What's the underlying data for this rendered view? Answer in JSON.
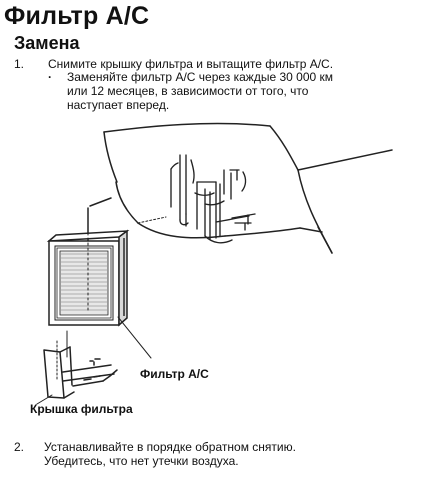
{
  "heading": {
    "title": "Фильтр А/С",
    "subtitle": "Замена"
  },
  "steps": [
    {
      "number": "1.",
      "text": "Снимите крышку фильтра и вытащите фильтр А/С.",
      "note_lines": [
        "Заменяйте фильтр А/С через каждые 30 000 км",
        "или 12 месяцев, в зависимости от того, что",
        "наступает вперед."
      ]
    },
    {
      "number": "2.",
      "lines": [
        "Устанавливайте в порядке обратном снятию.",
        "Убедитесь, что нет утечки воздуха."
      ]
    }
  ],
  "illustration": {
    "filter_label": "Фильтр А/С",
    "cover_label": "Крышка фильтра"
  }
}
